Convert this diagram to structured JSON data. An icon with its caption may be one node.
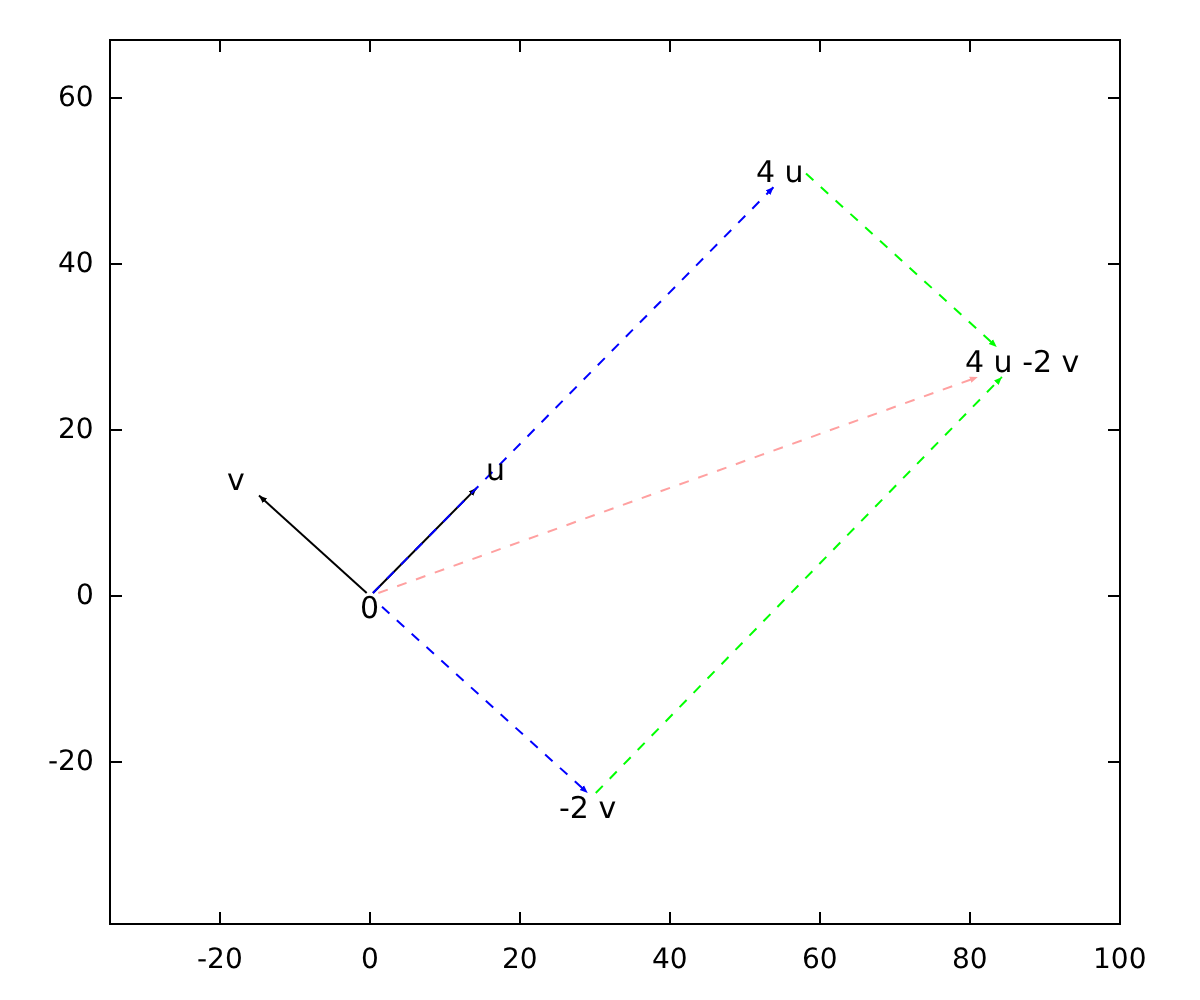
{
  "diagram": {
    "nodes": [
      {
        "text": [
          "0"
        ]
      },
      {
        "text": [
          "u"
        ]
      },
      {
        "text": [
          "v"
        ]
      },
      {
        "text": [
          "4 u"
        ]
      },
      {
        "text": [
          "-2 v"
        ]
      },
      {
        "text": [
          "4 u -2 v"
        ]
      }
    ],
    "edges": [
      {
        "from": 0,
        "to": 1,
        "arrow": "to"
      },
      {
        "from": 0,
        "to": 2,
        "arrow": "to"
      },
      {
        "from": 0,
        "to": 3,
        "arrow": "to",
        "style": "dashed",
        "color": "#0000ff"
      },
      {
        "from": 0,
        "to": 4,
        "arrow": "to",
        "style": "dashed",
        "color": "#0000ff"
      },
      {
        "from": 3,
        "to": 5,
        "arrow": "to",
        "style": "dashed",
        "color": "#00ff00"
      },
      {
        "from": 4,
        "to": 5,
        "arrow": "to",
        "style": "dashed",
        "color": "#00ff00"
      },
      {
        "from": 0,
        "to": 5,
        "arrow": "to",
        "style": "dashed",
        "color": "#ffa0a0"
      }
    ],
    "labels": [
      "60",
      "40",
      "20",
      "0",
      "-20",
      "-20",
      "0",
      "20",
      "40",
      "60",
      "80",
      "100"
    ]
  }
}
